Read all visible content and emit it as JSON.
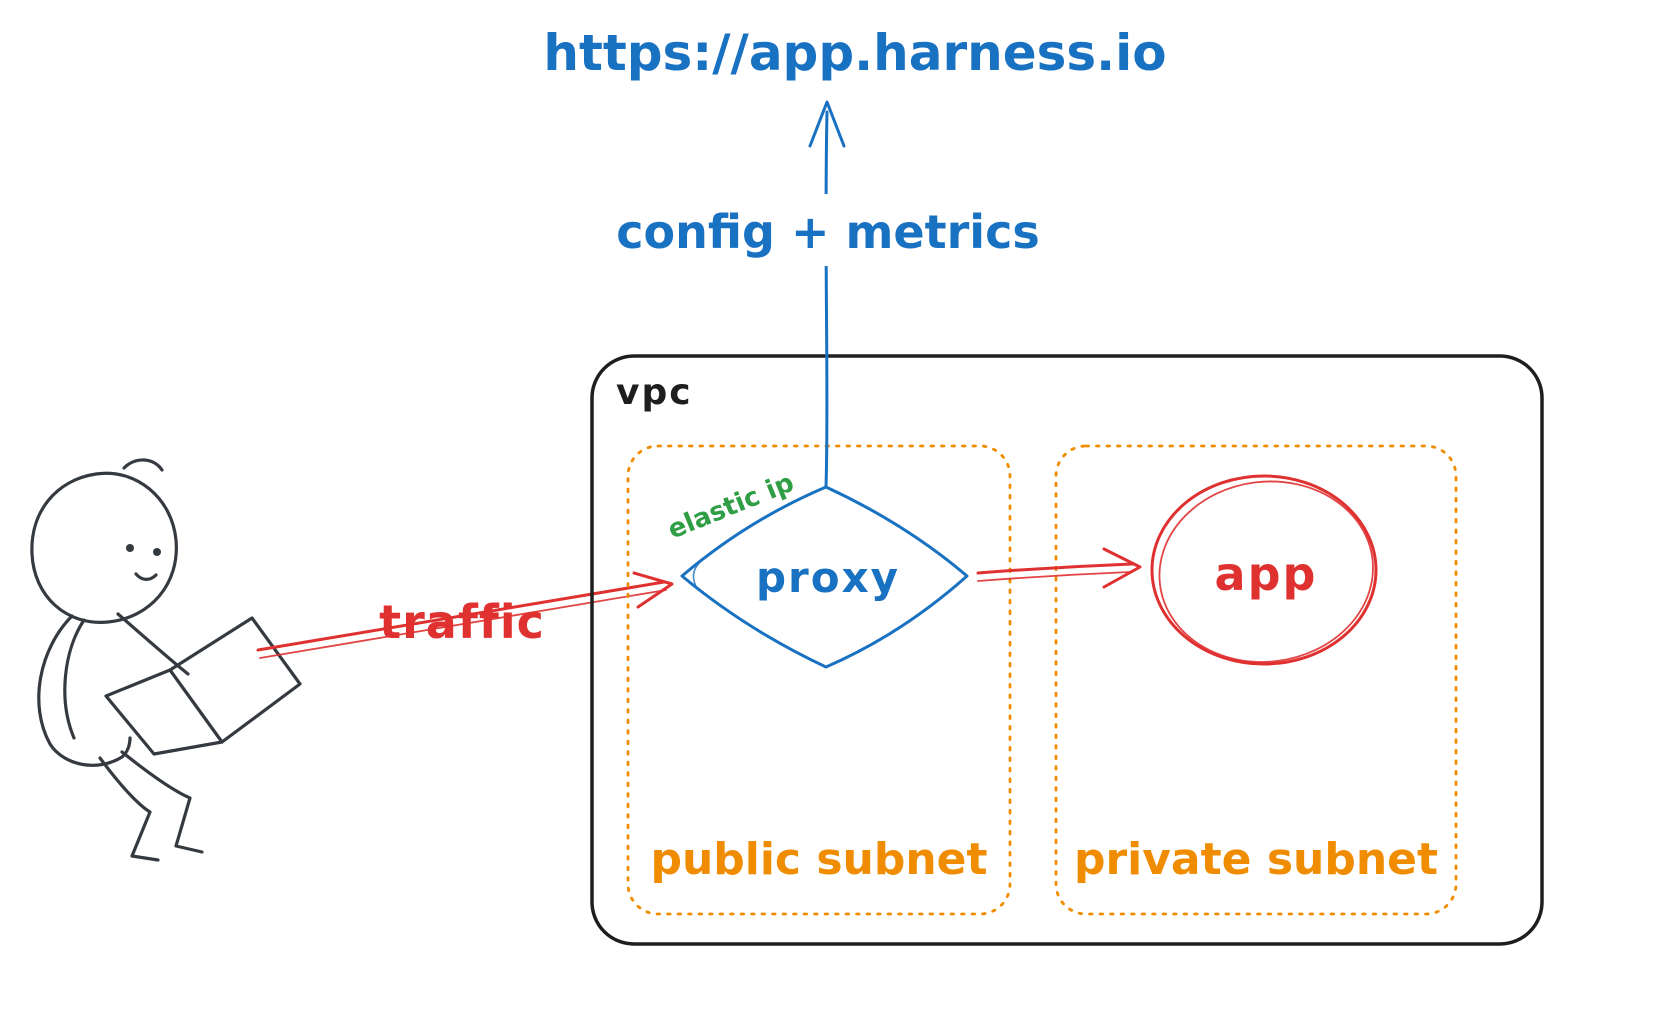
{
  "title": "vpc proxy architecture sketch",
  "colors": {
    "blue": "#1971c2",
    "red": "#e03131",
    "orange": "#f08c00",
    "green": "#2f9e44",
    "ink": "#1e1e1e"
  },
  "labels": {
    "url": "https://app.harness.io",
    "config_metrics": "config + metrics",
    "vpc": "vpc",
    "elastic_ip": "elastic ip",
    "proxy": "proxy",
    "app": "app",
    "traffic": "traffic",
    "public_subnet": "public subnet",
    "private_subnet": "private subnet"
  }
}
